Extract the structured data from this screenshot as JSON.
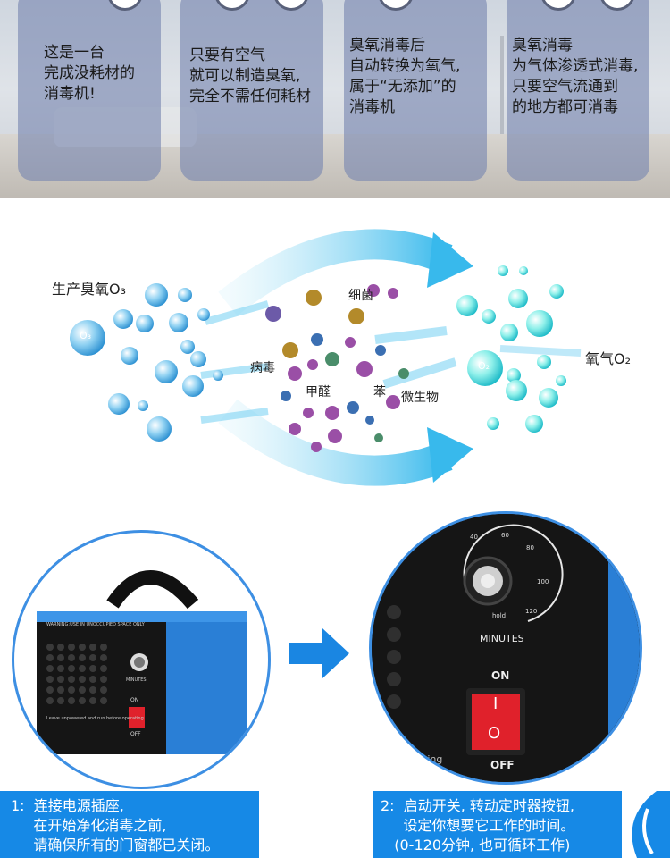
{
  "features": [
    {
      "text": "这是一台\n完成没耗材的\n消毒机!"
    },
    {
      "text": "只要有空气\n就可以制造臭氧,\n完全不需任何耗材"
    },
    {
      "text": "臭氧消毒后\n自动转换为氧气,\n属于“无添加”的\n消毒机"
    },
    {
      "text": "臭氧消毒\n为气体渗透式消毒,\n只要空气流通到\n的地方都可消毒"
    }
  ],
  "diagram": {
    "ozone_label": "生产臭氧O₃",
    "oxygen_label": "氧气O₂",
    "bacteria_label": "细菌",
    "virus_label": "病毒",
    "formaldehyde_label": "甲醛",
    "benzene_label": "苯",
    "microbe_label": "微生物",
    "o3_symbol": "O₃",
    "o2_symbol": "O₂"
  },
  "device": {
    "warning_text": "WARNING:USE IN UNOCCUPIED SPACE ONLY",
    "bottom_text": "Leave unpowered and run before operating",
    "minutes_label": "MINUTES",
    "on_label": "ON",
    "off_label": "OFF",
    "hold_label": "hold",
    "switch_on_mark": "I",
    "switch_off_mark": "O",
    "partial_text": "erating",
    "dial_ticks": [
      "40",
      "60",
      "80",
      "100",
      "120"
    ]
  },
  "steps": [
    {
      "text": "1:  连接电源插座,\n     在开始净化消毒之前,\n     请确保所有的门窗都已关闭。"
    },
    {
      "text": "2:  启动开关, 转动定时器按钮,\n     设定你想要它工作的时间。\n   (0-120分钟, 也可循环工作)"
    }
  ],
  "colors": {
    "card": "#7886b0",
    "caption_blue": "#1689e6",
    "arrow_cyan": "#4fc3ee",
    "device_blue": "#2a7fd6",
    "switch_red": "#e0212b"
  }
}
